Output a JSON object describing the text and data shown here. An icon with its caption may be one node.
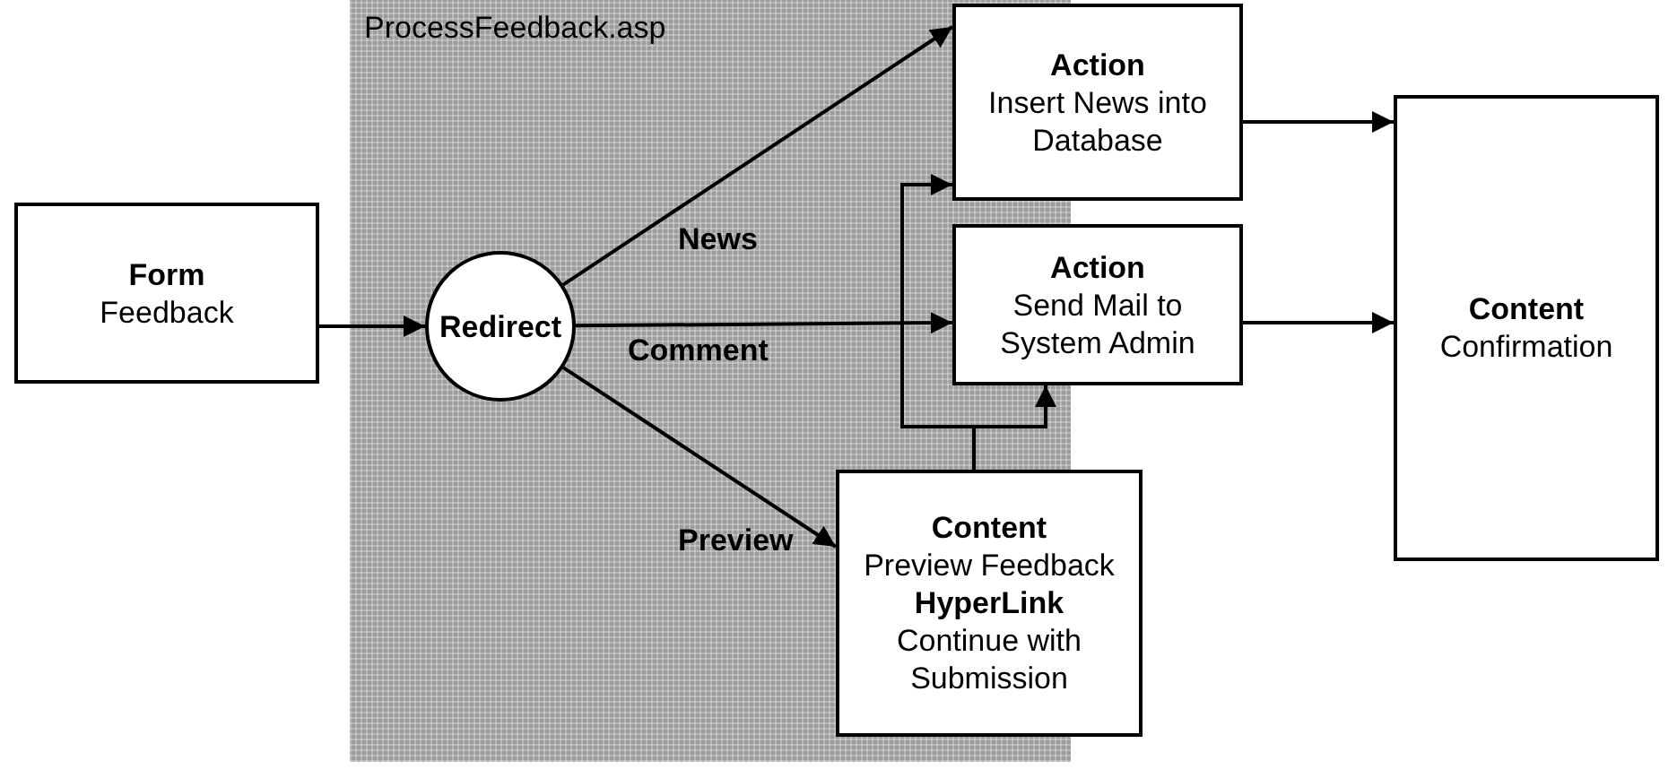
{
  "diagram": {
    "nodes": [
      {
        "text": [
          "ProcessFeedback.asp"
        ]
      },
      {
        "text": [
          "Form",
          "Feedback"
        ]
      },
      {
        "text": [
          "Redirect"
        ],
        "in": 0
      },
      {
        "text": [
          "Action",
          "Insert News into Database"
        ]
      },
      {
        "text": [
          "Action",
          "Send Mail to System Admin"
        ]
      },
      {
        "text": [
          "Content",
          "Preview Feedback",
          "HyperLink",
          "Continue with Submission"
        ]
      },
      {
        "text": [
          "Content",
          "Confirmation"
        ]
      }
    ],
    "edges": [
      {
        "from": 1,
        "to": 2,
        "arrow": "to"
      },
      {
        "from": 2,
        "to": 3,
        "arrow": "to",
        "label": "News"
      },
      {
        "from": 2,
        "to": 4,
        "arrow": "to",
        "label": "Comment"
      },
      {
        "from": 2,
        "to": 5,
        "arrow": "to",
        "label": "Preview"
      },
      {
        "from": 5,
        "to": 3,
        "arrow": "to"
      },
      {
        "from": 5,
        "to": 4,
        "arrow": "to"
      },
      {
        "from": 3,
        "to": 6,
        "arrow": "to"
      },
      {
        "from": 4,
        "to": 6,
        "arrow": "to"
      }
    ]
  }
}
